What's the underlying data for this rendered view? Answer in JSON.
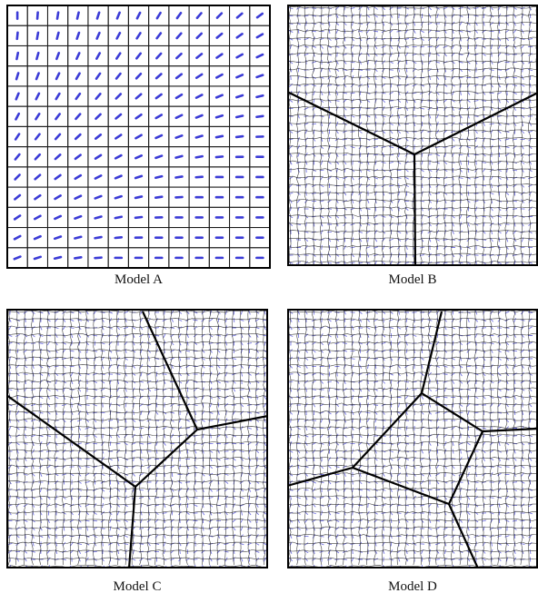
{
  "panels": [
    {
      "id": "a",
      "caption": "Model A"
    },
    {
      "id": "b",
      "caption": "Model B"
    },
    {
      "id": "c",
      "caption": "Model C"
    },
    {
      "id": "d",
      "caption": "Model D"
    }
  ],
  "colors": {
    "frame": "#000000",
    "grid": "#1a1a1a",
    "vector": "#3b3bd6",
    "boundary": "#000000",
    "background": "#ffffff"
  }
}
